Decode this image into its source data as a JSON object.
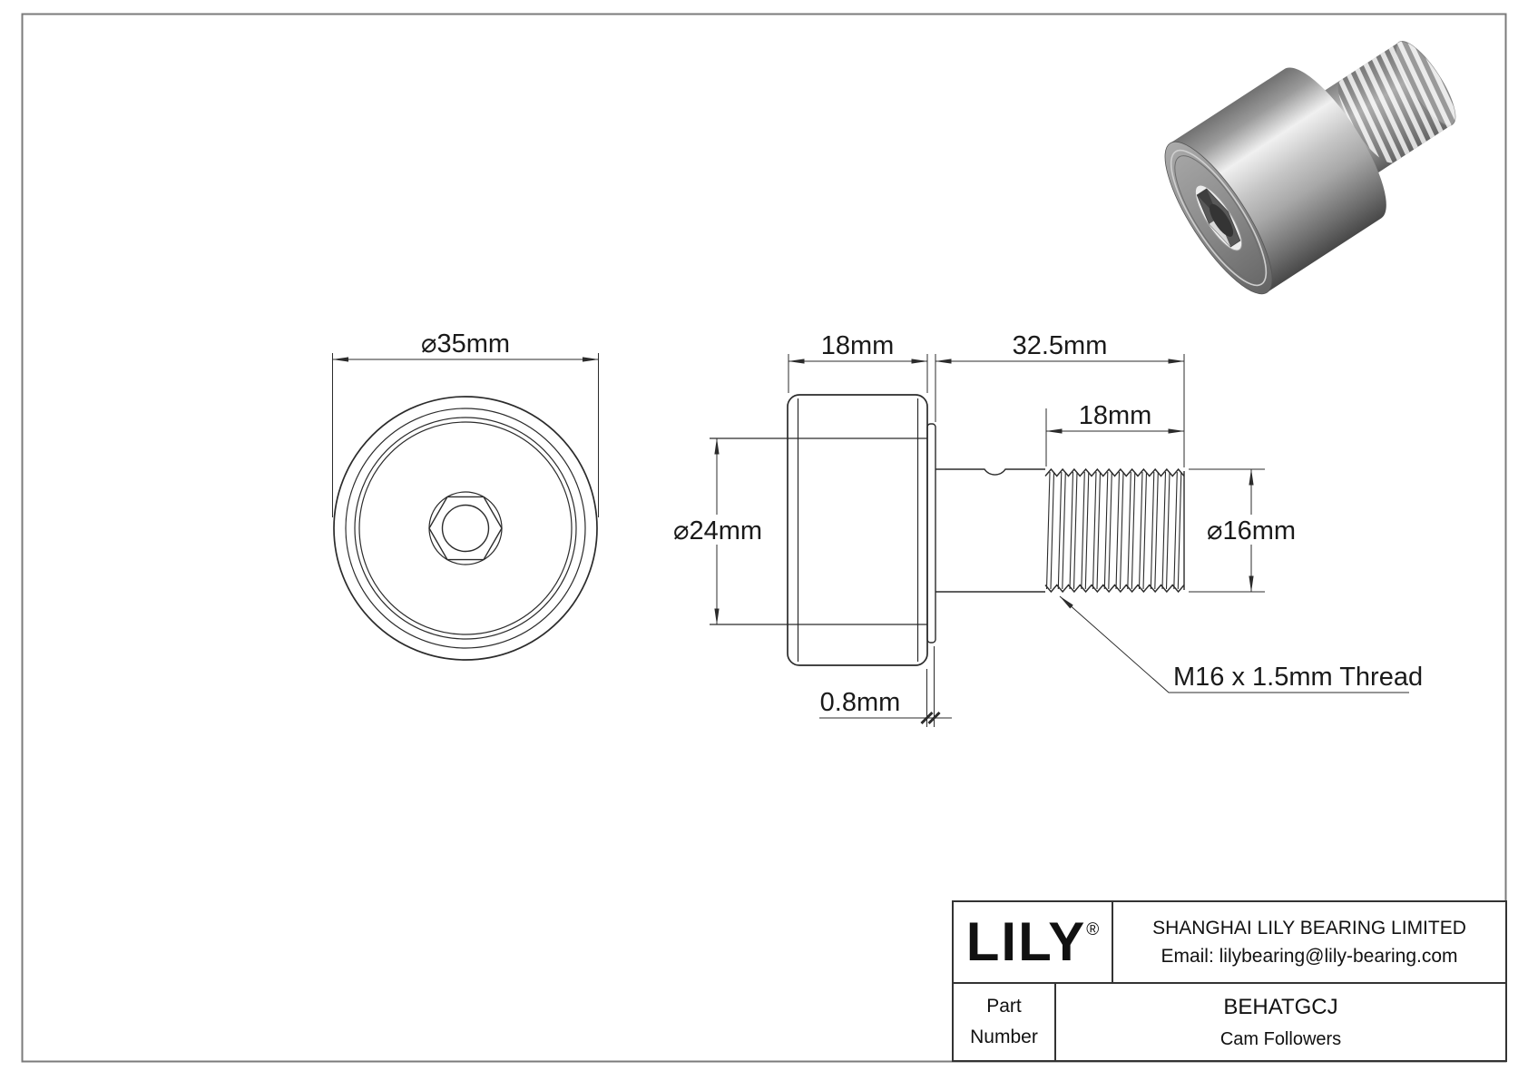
{
  "drawing": {
    "front_view": {
      "dia_label": "⌀35mm"
    },
    "side_view": {
      "roller_width": "18mm",
      "stud_length": "32.5mm",
      "thread_length": "18mm",
      "inner_dia": "⌀24mm",
      "stud_dia": "⌀16mm",
      "flange_offset": "0.8mm",
      "thread_note": "M16 x 1.5mm Thread"
    }
  },
  "title_block": {
    "logo_text": "LILY",
    "registered_mark": "®",
    "company_name": "SHANGHAI LILY BEARING LIMITED",
    "email_line": "Email: lilybearing@lily-bearing.com",
    "part_label_line1": "Part",
    "part_label_line2": "Number",
    "part_number": "BEHATGCJ",
    "product_category": "Cam Followers"
  }
}
